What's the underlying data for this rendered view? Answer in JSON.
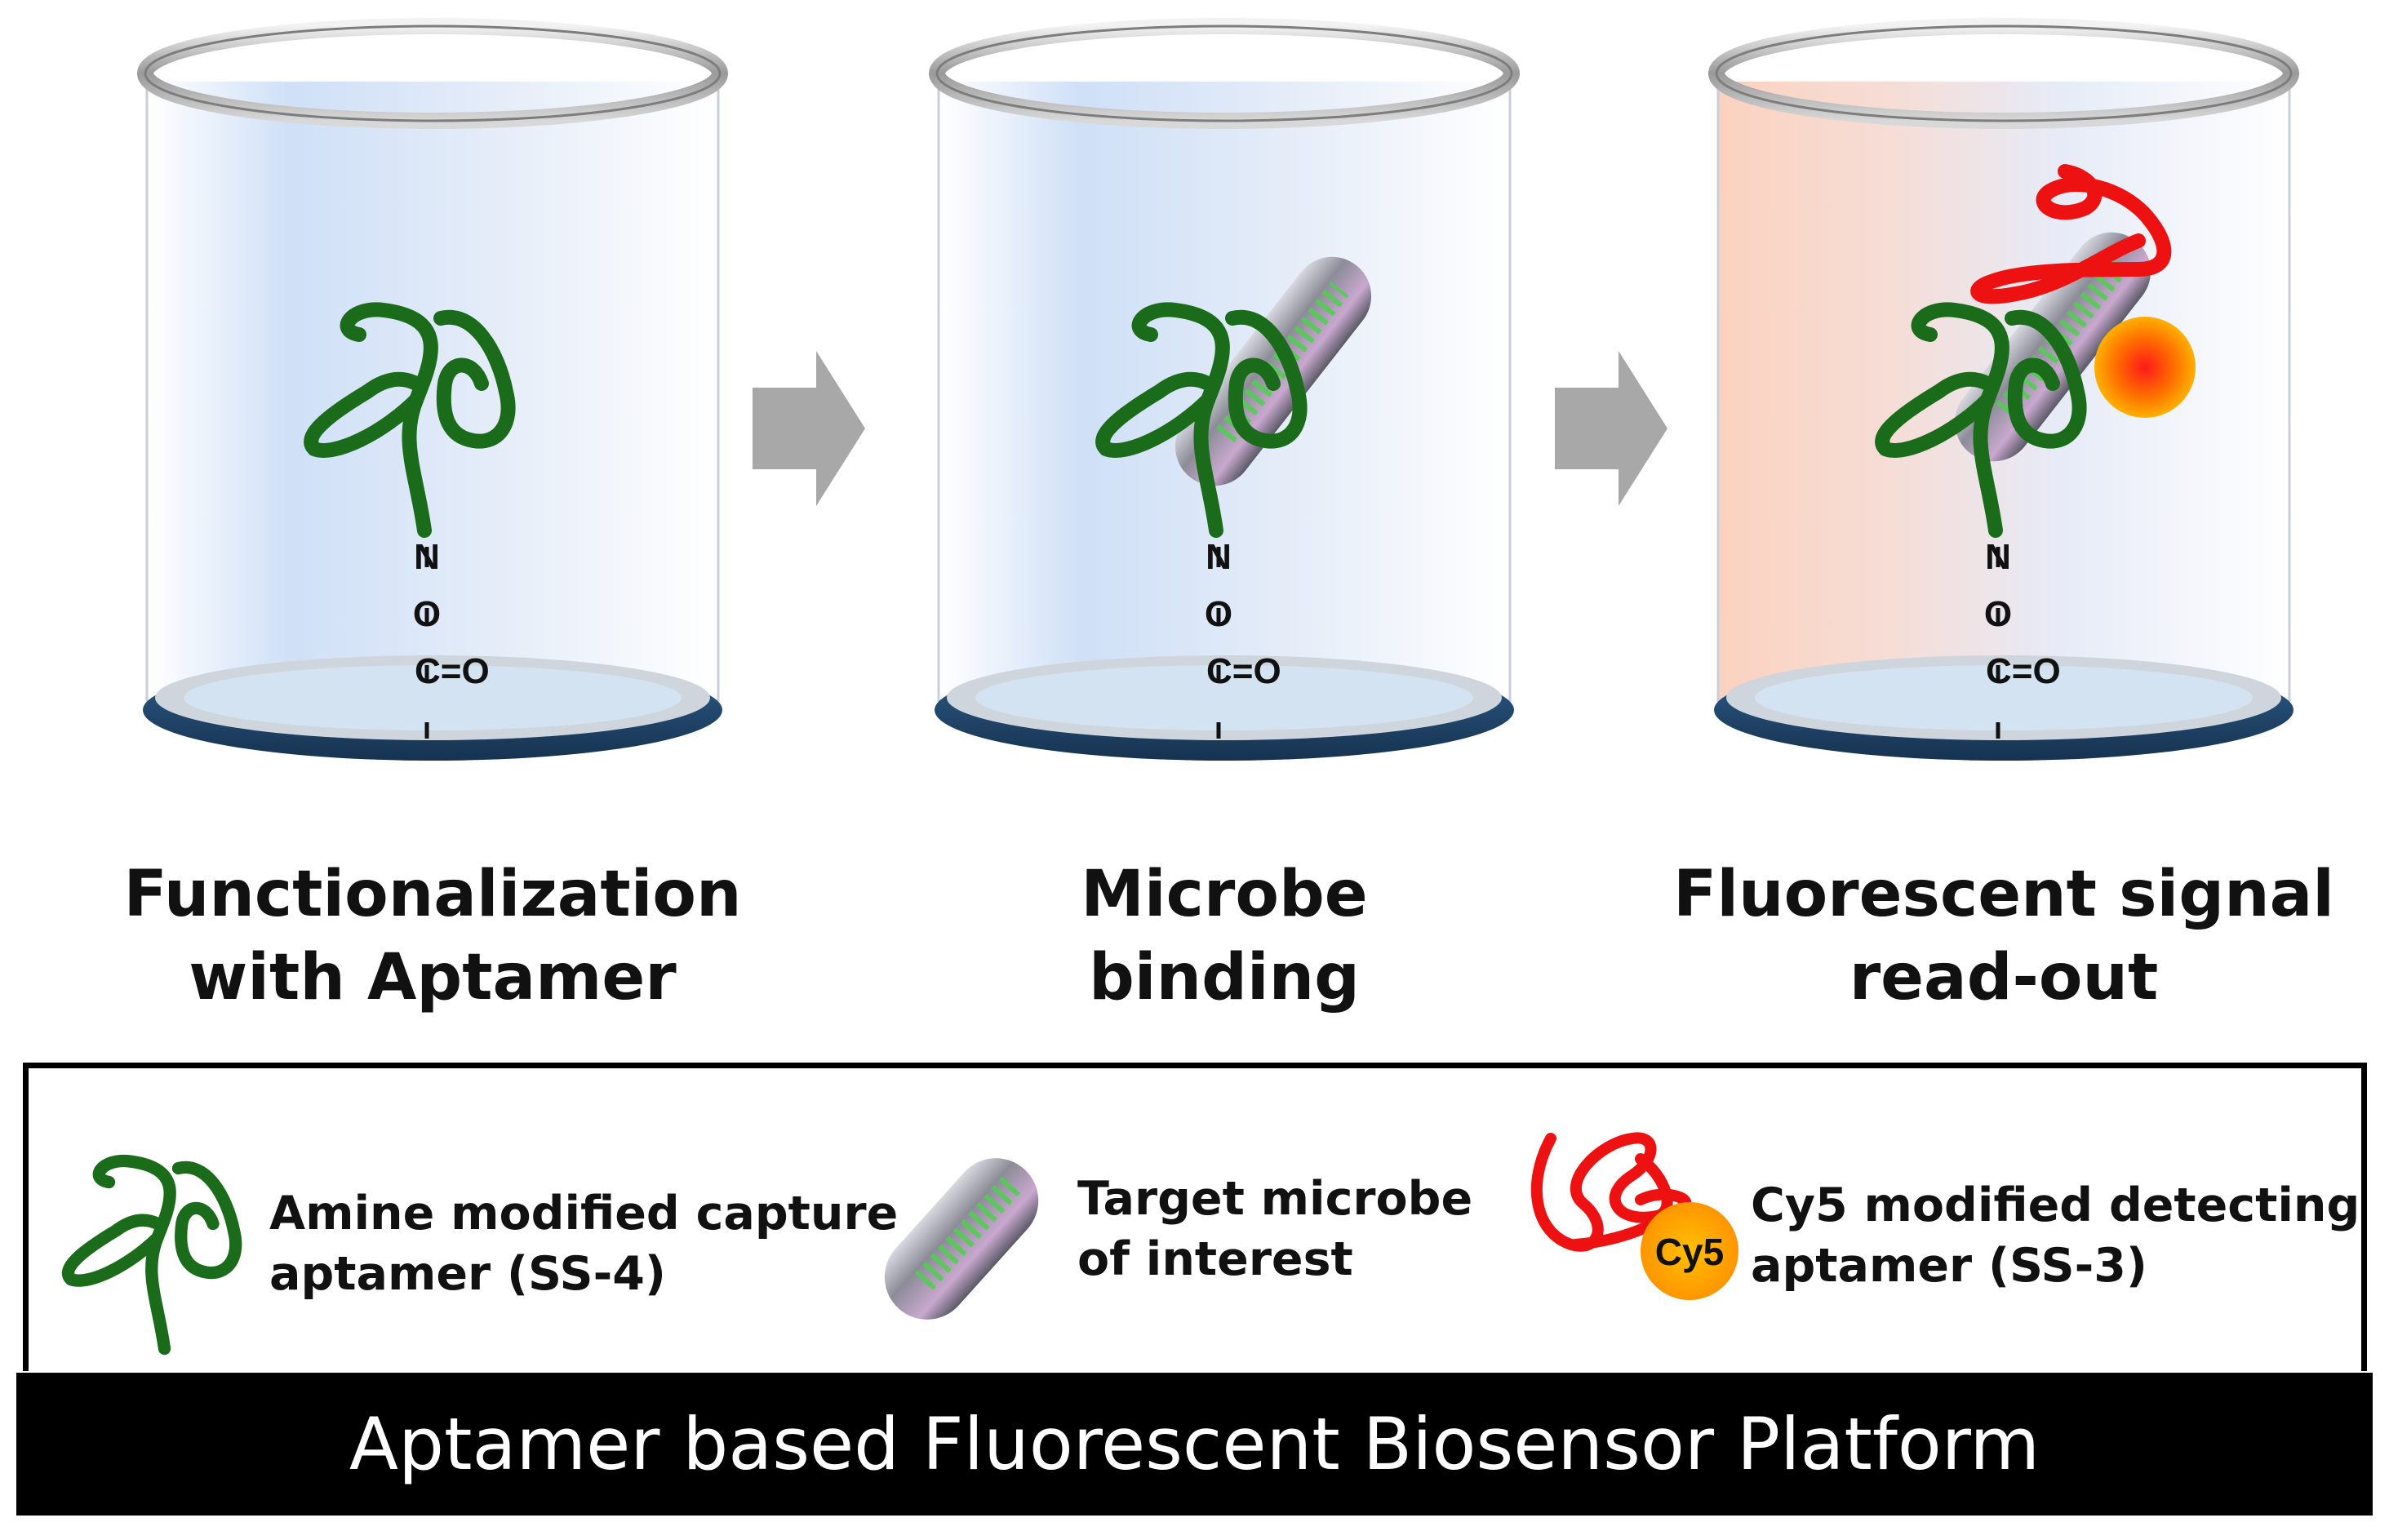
{
  "stages": [
    {
      "label_line1": "Functionalization",
      "label_line2": "with Aptamer"
    },
    {
      "label_line1": "Microbe",
      "label_line2": "binding"
    },
    {
      "label_line1": "Fluorescent signal",
      "label_line2": "read-out"
    }
  ],
  "linker": {
    "n": "N",
    "o": "O",
    "c": "C=O"
  },
  "legend": {
    "capture_aptamer_line1": "Amine modified capture",
    "capture_aptamer_line2": "aptamer (SS-4)",
    "target_microbe_line1": "Target microbe",
    "target_microbe_line2": "of interest",
    "detecting_aptamer_line1": "Cy5 modified detecting",
    "detecting_aptamer_line2": "aptamer (SS-3)",
    "cy5_label": "Cy5"
  },
  "platform_title": "Aptamer based Fluorescent Biosensor Platform",
  "colors": {
    "capture_aptamer": "#1a6b1a",
    "detecting_aptamer": "#ee1111",
    "cy5_dot": "#ffa500",
    "arrow": "#a8a8a8",
    "bar": "#000000"
  }
}
